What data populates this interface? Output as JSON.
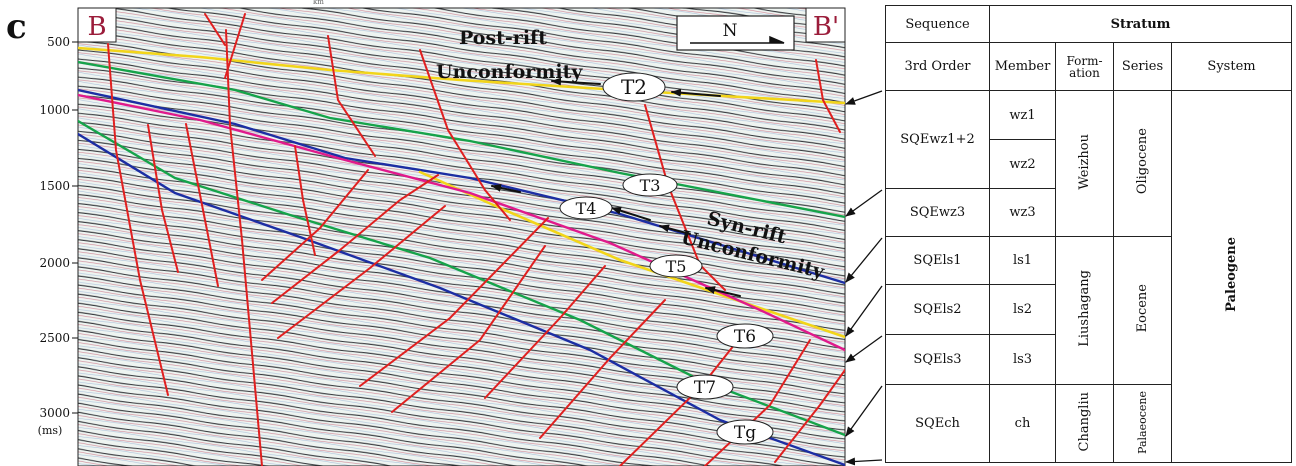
{
  "panel": {
    "label": "c",
    "stray_text": "km",
    "left_marker": "B",
    "right_marker": "B'",
    "north_label": "N"
  },
  "time_axis": {
    "ticks": [
      "500",
      "1000",
      "1500",
      "2000",
      "2500",
      "3000"
    ],
    "unit": "(ms)"
  },
  "annotations": {
    "post_rift_line1": "Post-rift",
    "post_rift_line2": "Unconformity",
    "syn_rift_line1": "Syn-rift",
    "syn_rift_line2": "Unconformity"
  },
  "horizons": [
    {
      "label": "T2",
      "color": "#f2d51a"
    },
    {
      "label": "T3",
      "color": "#16a34a"
    },
    {
      "label": "T4",
      "color": "#1c2ea3"
    },
    {
      "label": "T5",
      "color": "#f2d51a"
    },
    {
      "label": "T6",
      "color": "#e01a8c"
    },
    {
      "label": "T7",
      "color": "#16a34a"
    },
    {
      "label": "Tg",
      "color": "#1c2ea3"
    }
  ],
  "colors": {
    "fault": "#e02020",
    "frame": "#222222",
    "marker": "#9b1c3a"
  },
  "table": {
    "header": {
      "sequence": "Sequence",
      "stratum": "Stratum",
      "third_order": "3rd Order",
      "member": "Member",
      "formation_1": "Form-",
      "formation_2": "ation",
      "series": "Series",
      "system": "System"
    },
    "sequences": [
      "SQEwz1+2",
      "SQEwz3",
      "SQEls1",
      "SQEls2",
      "SQEls3",
      "SQEch"
    ],
    "members": [
      "wz1",
      "wz2",
      "wz3",
      "ls1",
      "ls2",
      "ls3",
      "ch"
    ],
    "formations": [
      "Weizhou",
      "Liushagang",
      "Changliu"
    ],
    "series": [
      "Oligocene",
      "Eocene",
      "Palaeocene"
    ],
    "system": "Paleogene"
  }
}
